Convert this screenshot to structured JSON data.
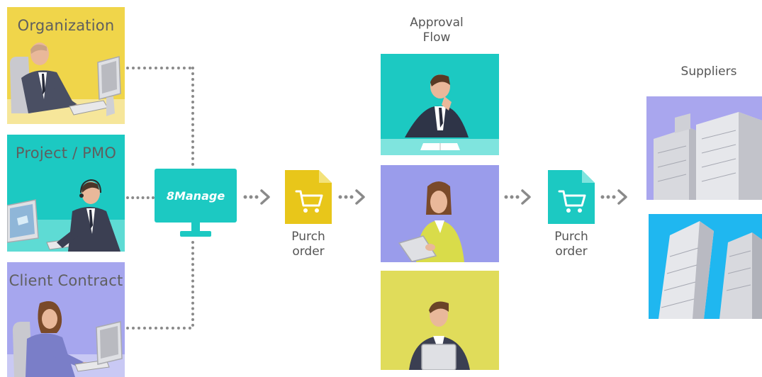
{
  "sources": {
    "organization": "Organization",
    "project_pmo": "Project / PMO",
    "client_contract": "Client Contract"
  },
  "hub": {
    "logo_text": "8Manage"
  },
  "purchase_order_1": {
    "line1": "Purch",
    "line2": "order"
  },
  "approval_flow": {
    "line1": "Approval",
    "line2": "Flow"
  },
  "purchase_order_2": {
    "line1": "Purch",
    "line2": "order"
  },
  "suppliers": {
    "label": "Suppliers"
  },
  "colors": {
    "organization_bg": "#f0d54a",
    "project_bg": "#1cc9c2",
    "client_bg": "#a6a6ee",
    "monitor": "#1cc9c2",
    "po_icon_1": "#e8c61a",
    "po_icon_2": "#1cc9c2",
    "approval_1_bg": "#1cc9c2",
    "approval_2_bg": "#9a9ceb",
    "approval_3_bg": "#e0dc5a",
    "connector": "#8a8a8a"
  }
}
